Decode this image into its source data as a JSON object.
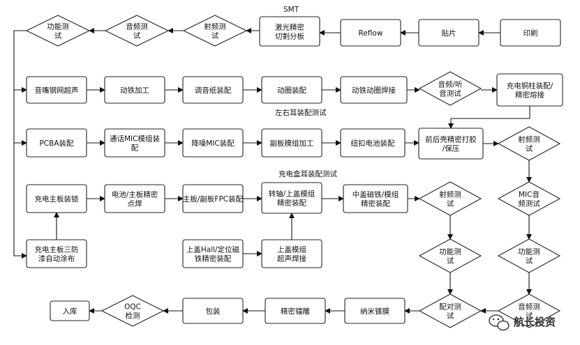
{
  "section_labels": {
    "smt": "SMT",
    "ear": "左右耳装配测试",
    "case": "充电盒耳装配测试"
  },
  "watermark": {
    "text": "航长投资",
    "icon": "wechat-icon"
  },
  "nodes": [
    {
      "id": "func1",
      "shape": "diamond",
      "lines": [
        "功能测",
        "试"
      ]
    },
    {
      "id": "audio1",
      "shape": "diamond",
      "lines": [
        "音频测",
        "试"
      ]
    },
    {
      "id": "rf1",
      "shape": "diamond",
      "lines": [
        "射频测",
        "试"
      ]
    },
    {
      "id": "laser",
      "shape": "rect",
      "lines": [
        "激光精密",
        "切割分板"
      ]
    },
    {
      "id": "reflow",
      "shape": "rect",
      "lines": [
        "Reflow"
      ]
    },
    {
      "id": "mount",
      "shape": "rect",
      "lines": [
        "贴片"
      ]
    },
    {
      "id": "print",
      "shape": "rect",
      "lines": [
        "印刷"
      ]
    },
    {
      "id": "mesh",
      "shape": "rect",
      "lines": [
        "音嘴钢网超声"
      ]
    },
    {
      "id": "iron",
      "shape": "rect",
      "lines": [
        "动铁加工"
      ]
    },
    {
      "id": "paper",
      "shape": "rect",
      "lines": [
        "调音纸装配"
      ]
    },
    {
      "id": "coil",
      "shape": "rect",
      "lines": [
        "动圈装配"
      ]
    },
    {
      "id": "weld",
      "shape": "rect",
      "lines": [
        "动铁动圈焊接"
      ]
    },
    {
      "id": "audiotest",
      "shape": "diamond",
      "lines": [
        "音频/听",
        "音测试"
      ]
    },
    {
      "id": "pin",
      "shape": "rect",
      "lines": [
        "充电铜柱装配/",
        "精密熔接"
      ]
    },
    {
      "id": "pcba",
      "shape": "rect",
      "lines": [
        "PCBA装配"
      ]
    },
    {
      "id": "callmic",
      "shape": "rect",
      "lines": [
        "通话MIC模组装",
        "配"
      ]
    },
    {
      "id": "nrmic",
      "shape": "rect",
      "lines": [
        "降噪MIC装配"
      ]
    },
    {
      "id": "subboard",
      "shape": "rect",
      "lines": [
        "副板模组加工"
      ]
    },
    {
      "id": "button",
      "shape": "rect",
      "lines": [
        "纽扣电池装配"
      ]
    },
    {
      "id": "shell",
      "shape": "rect",
      "lines": [
        "前后壳精密打胶",
        "/保压"
      ]
    },
    {
      "id": "rf2",
      "shape": "diamond",
      "lines": [
        "射频测",
        "试"
      ]
    },
    {
      "id": "mainboard",
      "shape": "rect",
      "lines": [
        "充电主板装锁"
      ]
    },
    {
      "id": "battery",
      "shape": "rect",
      "lines": [
        "电池/主板精密",
        "点焊"
      ]
    },
    {
      "id": "fpc",
      "shape": "rect",
      "lines": [
        "主板/副板FPC装配"
      ]
    },
    {
      "id": "hinge",
      "shape": "rect",
      "lines": [
        "转轴/上盖模组",
        "精密装配"
      ]
    },
    {
      "id": "magnet",
      "shape": "rect",
      "lines": [
        "中盖磁铁/模组",
        "精密装配"
      ]
    },
    {
      "id": "rf3",
      "shape": "diamond",
      "lines": [
        "射频测",
        "试"
      ]
    },
    {
      "id": "mic",
      "shape": "diamond",
      "lines": [
        "MIC音",
        "频测试"
      ]
    },
    {
      "id": "coat",
      "shape": "rect",
      "lines": [
        "充电主板三防",
        "漆自动涂布"
      ]
    },
    {
      "id": "hall",
      "shape": "rect",
      "lines": [
        "上盖Hall/定位磁",
        "铁精密装配"
      ]
    },
    {
      "id": "lidsonic",
      "shape": "rect",
      "lines": [
        "上盖模组",
        "超声焊接"
      ]
    },
    {
      "id": "func2",
      "shape": "diamond",
      "lines": [
        "功能测",
        "试"
      ]
    },
    {
      "id": "func3",
      "shape": "diamond",
      "lines": [
        "功能测",
        "试"
      ]
    },
    {
      "id": "stock",
      "shape": "rect",
      "lines": [
        "入库"
      ]
    },
    {
      "id": "oqc",
      "shape": "diamond",
      "lines": [
        "OQC",
        "检测"
      ]
    },
    {
      "id": "pack",
      "shape": "rect",
      "lines": [
        "包装"
      ]
    },
    {
      "id": "engrave",
      "shape": "rect",
      "lines": [
        "精密镭雕"
      ]
    },
    {
      "id": "nano",
      "shape": "rect",
      "lines": [
        "纳米镀膜"
      ]
    },
    {
      "id": "pair",
      "shape": "diamond",
      "lines": [
        "配对测",
        "试"
      ]
    },
    {
      "id": "audio2",
      "shape": "diamond",
      "lines": [
        "音频测",
        "试"
      ]
    }
  ],
  "edges": [
    [
      "print",
      "mount"
    ],
    [
      "mount",
      "reflow"
    ],
    [
      "reflow",
      "laser"
    ],
    [
      "laser",
      "rf1"
    ],
    [
      "rf1",
      "audio1"
    ],
    [
      "audio1",
      "func1"
    ],
    [
      "mesh",
      "iron"
    ],
    [
      "iron",
      "paper"
    ],
    [
      "paper",
      "coil"
    ],
    [
      "coil",
      "weld"
    ],
    [
      "weld",
      "audiotest"
    ],
    [
      "audiotest",
      "pin"
    ],
    [
      "pcba",
      "callmic"
    ],
    [
      "callmic",
      "nrmic"
    ],
    [
      "nrmic",
      "subboard"
    ],
    [
      "subboard",
      "button"
    ],
    [
      "button",
      "shell"
    ],
    [
      "shell",
      "rf2"
    ],
    [
      "pin",
      "shell"
    ],
    [
      "rf2",
      "mic"
    ],
    [
      "mic",
      "func3"
    ],
    [
      "func3",
      "audio2"
    ],
    [
      "audio2",
      "pair"
    ],
    [
      "coat",
      "mainboard"
    ],
    [
      "mainboard",
      "battery"
    ],
    [
      "battery",
      "fpc"
    ],
    [
      "fpc",
      "hinge"
    ],
    [
      "hinge",
      "magnet"
    ],
    [
      "magnet",
      "rf3"
    ],
    [
      "rf3",
      "func2"
    ],
    [
      "func2",
      "pair"
    ],
    [
      "hall",
      "lidsonic"
    ],
    [
      "lidsonic",
      "hinge"
    ],
    [
      "pair",
      "nano"
    ],
    [
      "nano",
      "engrave"
    ],
    [
      "engrave",
      "pack"
    ],
    [
      "pack",
      "oqc"
    ],
    [
      "oqc",
      "stock"
    ]
  ]
}
